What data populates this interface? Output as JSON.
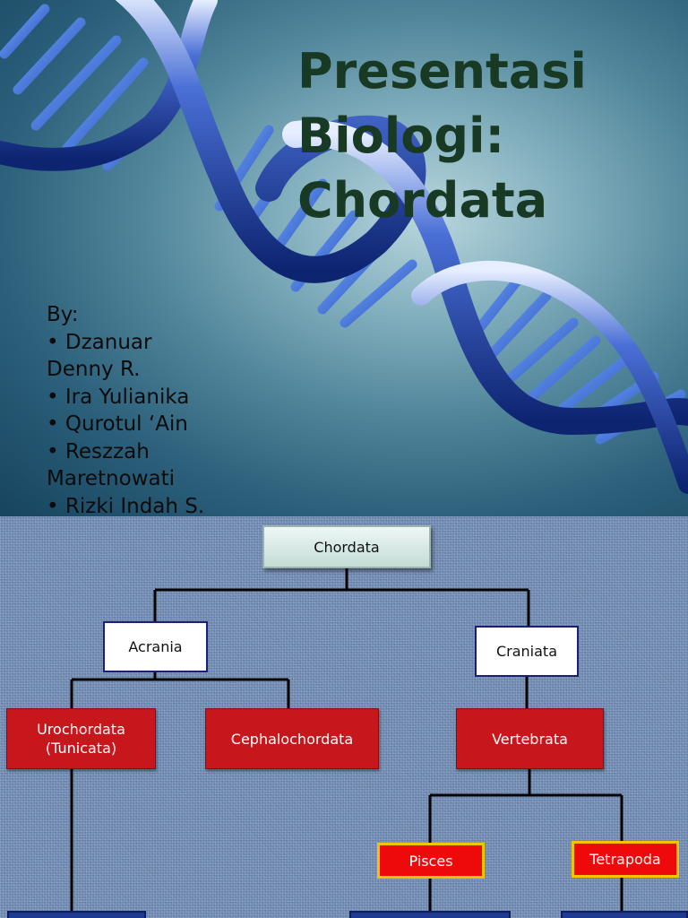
{
  "slide1": {
    "title_lines": [
      "Presentasi",
      "Biologi:",
      "Chordata"
    ],
    "authors": [
      "By:",
      "• Dzanuar",
      "Denny R.",
      "• Ira Yulianika",
      "• Qurotul ‘Ain",
      "• Reszzah",
      "Maretnowati",
      "• Rizki Indah S."
    ],
    "colors": {
      "title": "#183a25",
      "helix": "#2a5fd0"
    }
  },
  "slide2": {
    "nodes": {
      "chordata": "Chordata",
      "acrania": "Acrania",
      "craniata": "Craniata",
      "urochordata_line1": "Urochordata",
      "urochordata_line2": "(Tunicata)",
      "cephalochordata": "Cephalochordata",
      "vertebrata": "Vertebrata",
      "pisces": "Pisces",
      "tetrapoda": "Tetrapoda"
    },
    "colors": {
      "red_box": "#c8171c",
      "bright_red_box": "#ee0a0a",
      "yellow_border": "#f3c400",
      "connector": "#000000"
    }
  }
}
